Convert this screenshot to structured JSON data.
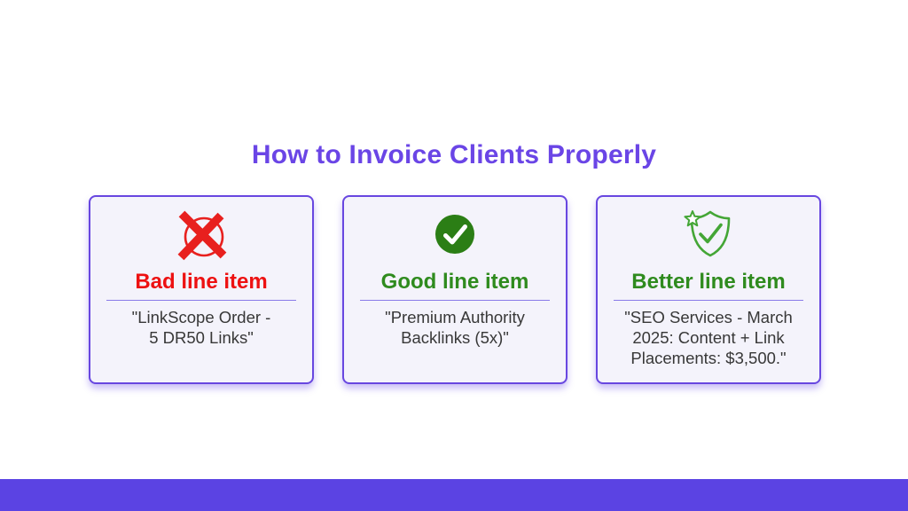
{
  "page": {
    "title": "How to Invoice Clients Properly",
    "colors": {
      "title_purple": "#6a45e6",
      "card_border_purple": "#6847e0",
      "divider_purple": "#8a7be8",
      "card_background": "#f4f3fb",
      "footer_bar_purple": "#5b43e3",
      "bad_red": "#ed1111",
      "good_green": "#2f8b1e",
      "icon_red": "#e8201e",
      "icon_circle_green": "#2b7e15",
      "icon_shield_green": "#44a636",
      "body_text": "#383838"
    }
  },
  "cards": [
    {
      "icon": "crossed-circle-icon",
      "heading": "Bad line item",
      "heading_color": "#ed1111",
      "body_lines": [
        "\"LinkScope Order -",
        "5 DR50 Links\""
      ]
    },
    {
      "icon": "check-circle-icon",
      "heading": "Good line item",
      "heading_color": "#2f8b1e",
      "body_lines": [
        "\"Premium Authority",
        "Backlinks (5x)\""
      ]
    },
    {
      "icon": "shield-check-star-icon",
      "heading": "Better line item",
      "heading_color": "#2f8b1e",
      "body_lines": [
        "\"SEO Services - March",
        "2025: Content + Link",
        "Placements: $3,500.\""
      ]
    }
  ]
}
